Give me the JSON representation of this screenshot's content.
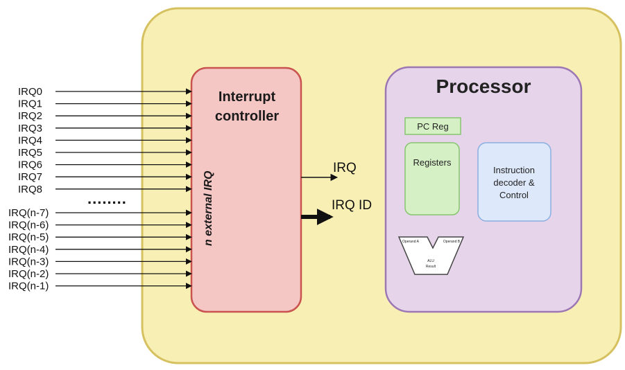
{
  "diagram": {
    "irq_inputs_top": [
      "IRQ0",
      "IRQ1",
      "IRQ2",
      "IRQ3",
      "IRQ4",
      "IRQ5",
      "IRQ6",
      "IRQ7",
      "IRQ8"
    ],
    "ellipsis": "........",
    "irq_inputs_bottom": [
      "IRQ(n-7)",
      "IRQ(n-6)",
      "IRQ(n-5)",
      "IRQ(n-4)",
      "IRQ(n-3)",
      "IRQ(n-2)",
      "IRQ(n-1)"
    ],
    "interrupt_controller": {
      "title_line1": "Interrupt",
      "title_line2": "controller",
      "side_label": "n external IRQ"
    },
    "outputs": {
      "irq": "IRQ",
      "irq_id": "IRQ ID"
    },
    "processor": {
      "title": "Processor",
      "pc_reg": "PC Reg",
      "registers": "Registers",
      "decoder_line1": "Instruction",
      "decoder_line2": "decoder &",
      "decoder_line3": "Control",
      "alu_operand_a": "Operand A",
      "alu_operand_b": "Operand B",
      "alu_result_line1": "ALU",
      "alu_result_line2": "Result"
    },
    "colors": {
      "system_fill": "#f8efb4",
      "system_stroke": "#d6c160",
      "controller_fill": "#f4c6c4",
      "controller_stroke": "#c9534e",
      "processor_fill": "#e6d5ea",
      "processor_stroke": "#9c77b4",
      "green_fill": "#d6f0c6",
      "green_stroke": "#86c470",
      "blue_fill": "#dde8fa",
      "blue_stroke": "#8aaee0"
    }
  }
}
